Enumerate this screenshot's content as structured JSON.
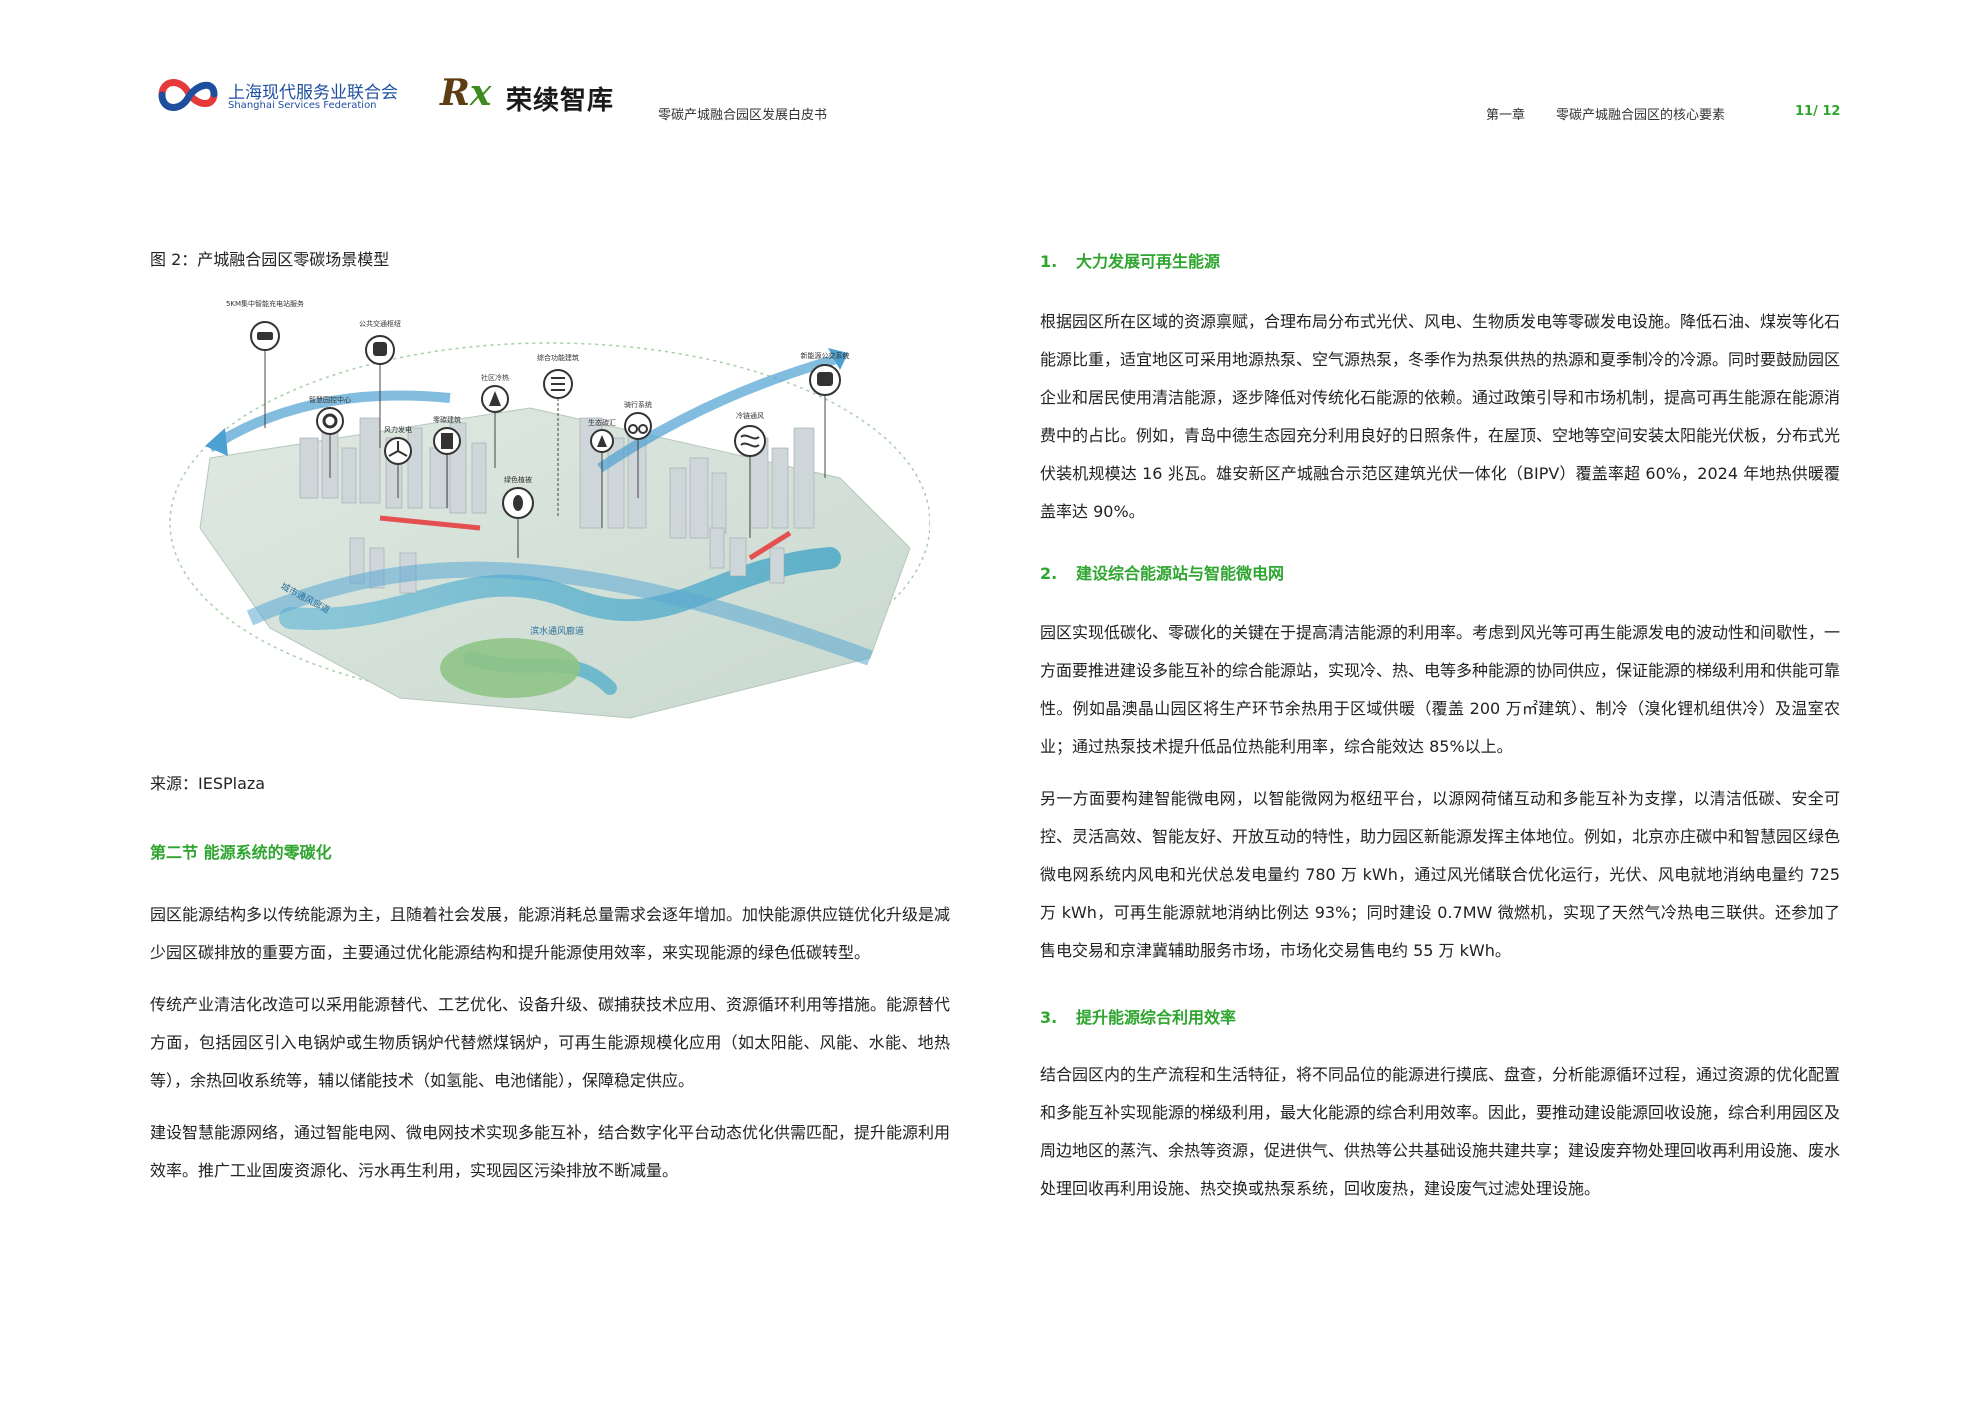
{
  "header": {
    "org1_cn": "上海现代服务业联合会",
    "org1_en": "Shanghai Services Federation",
    "org2_mark_r": "R",
    "org2_mark_x": "x",
    "org2_name": "荣续智库",
    "doc_title": "零碳产城融合园区发展白皮书",
    "chapter": "第一章",
    "chapter_title": "零碳产城融合园区的核心要素",
    "page": "11/ 12"
  },
  "figure": {
    "caption": "图 2：产城融合园区零碳场景模型",
    "source": "来源：IESPlaza",
    "labels": {
      "skm": "5KM集中智能充电站服务",
      "transit": "公共交通枢纽",
      "smart_ctrl": "智慧园控中心",
      "wind": "风力发电",
      "green_bld": "零碳建筑",
      "community": "社区冷热",
      "ev": "综合功能建筑",
      "bike": "骑行系统",
      "tree": "生态碳汇",
      "plant": "绿色植被",
      "cold": "冷链通风",
      "bus": "新能源公交系统",
      "corridor1": "城市通风廊道",
      "corridor2": "滨水通风廊道"
    }
  },
  "left": {
    "section_title": "第二节 能源系统的零碳化",
    "paragraphs": [
      "园区能源结构多以传统能源为主，且随着社会发展，能源消耗总量需求会逐年增加。加快能源供应链优化升级是减少园区碳排放的重要方面，主要通过优化能源结构和提升能源使用效率，来实现能源的绿色低碳转型。",
      "传统产业清洁化改造可以采用能源替代、工艺优化、设备升级、碳捕获技术应用、资源循环利用等措施。能源替代方面，包括园区引入电锅炉或生物质锅炉代替燃煤锅炉，可再生能源规模化应用（如太阳能、风能、水能、地热等），余热回收系统等，辅以储能技术（如氢能、电池储能），保障稳定供应。",
      "建设智慧能源网络，通过智能电网、微电网技术实现多能互补，结合数字化平台动态优化供需匹配，提升能源利用效率。推广工业固废资源化、污水再生利用，实现园区污染排放不断减量。"
    ]
  },
  "right": {
    "items": [
      {
        "num": "1.",
        "title": "大力发展可再生能源",
        "paragraphs": [
          "根据园区所在区域的资源禀赋，合理布局分布式光伏、风电、生物质发电等零碳发电设施。降低石油、煤炭等化石能源比重，适宜地区可采用地源热泵、空气源热泵，冬季作为热泵供热的热源和夏季制冷的冷源。同时要鼓励园区企业和居民使用清洁能源，逐步降低对传统化石能源的依赖。通过政策引导和市场机制，提高可再生能源在能源消费中的占比。例如，青岛中德生态园充分利用良好的日照条件，在屋顶、空地等空间安装太阳能光伏板，分布式光伏装机规模达 16 兆瓦。雄安新区产城融合示范区建筑光伏一体化（BIPV）覆盖率超 60%，2024 年地热供暖覆盖率达 90%。"
        ]
      },
      {
        "num": "2.",
        "title": "建设综合能源站与智能微电网",
        "paragraphs": [
          "园区实现低碳化、零碳化的关键在于提高清洁能源的利用率。考虑到风光等可再生能源发电的波动性和间歇性，一方面要推进建设多能互补的综合能源站，实现冷、热、电等多种能源的协同供应，保证能源的梯级利用和供能可靠性。例如晶澳晶山园区将生产环节余热用于区域供暖（覆盖 200 万㎡建筑）、制冷（溴化锂机组供冷）及温室农业；通过热泵技术提升低品位热能利用率，综合能效达 85%以上。",
          "另一方面要构建智能微电网，以智能微网为枢纽平台，以源网荷储互动和多能互补为支撑，以清洁低碳、安全可控、灵活高效、智能友好、开放互动的特性，助力园区新能源发挥主体地位。例如，北京亦庄碳中和智慧园区绿色微电网系统内风电和光伏总发电量约 780 万 kWh，通过风光储联合优化运行，光伏、风电就地消纳电量约 725 万 kWh，可再生能源就地消纳比例达 93%；同时建设 0.7MW 微燃机，实现了天然气冷热电三联供。还参加了售电交易和京津冀辅助服务市场，市场化交易售电约 55 万 kWh。"
        ]
      },
      {
        "num": "3.",
        "title": "提升能源综合利用效率",
        "paragraphs": [
          "结合园区内的生产流程和生活特征，将不同品位的能源进行摸底、盘查，分析能源循环过程，通过资源的优化配置和多能互补实现能源的梯级利用，最大化能源的综合利用效率。因此，要推动建设能源回收设施，综合利用园区及周边地区的蒸汽、余热等资源，促进供气、供热等公共基础设施共建共享；建设废弃物处理回收再利用设施、废水处理回收再利用设施、热交换或热泵系统，回收废热，建设废气过滤处理设施。"
        ]
      }
    ]
  },
  "colors": {
    "accent_green": "#2ea52e",
    "federation_blue": "#1e4f9f"
  }
}
